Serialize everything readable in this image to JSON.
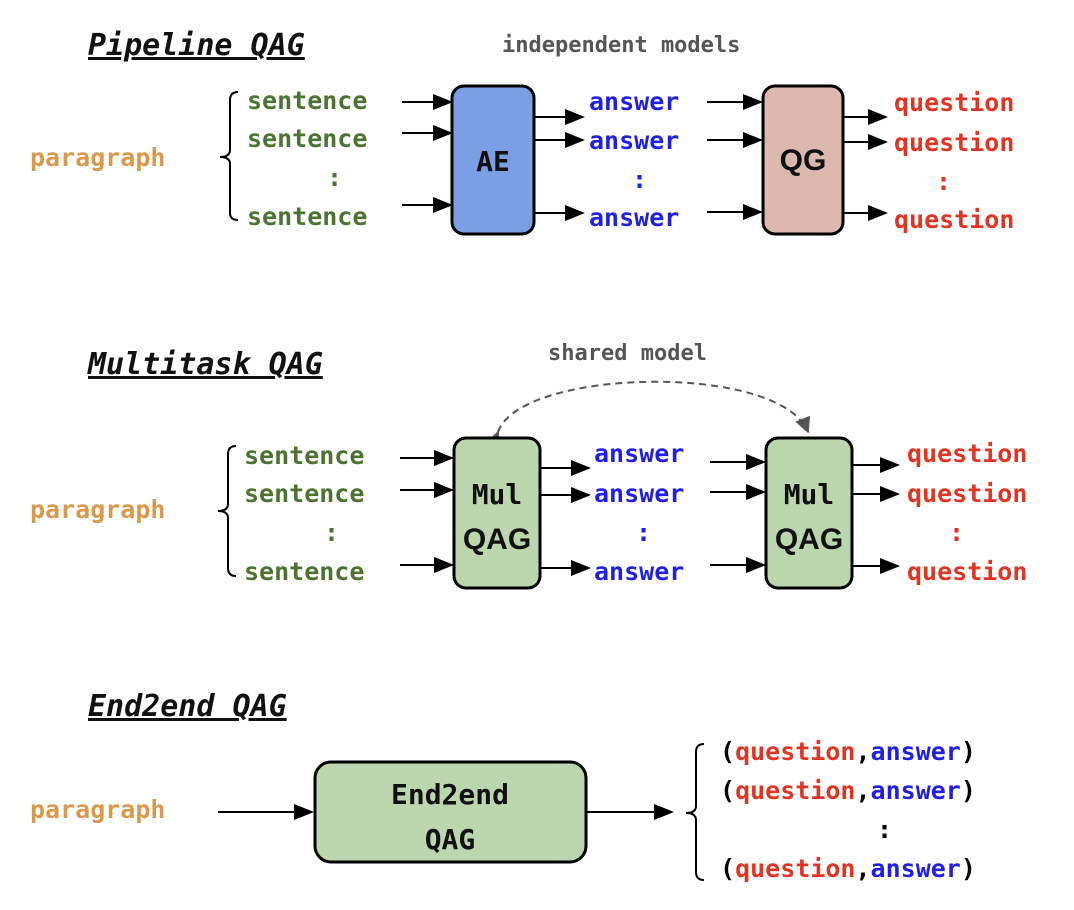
{
  "colors": {
    "paragraph": "#D9994C",
    "sentence": "#4B7432",
    "answer": "#1F1FE6",
    "question": "#E23423",
    "ae_box": "#7B9FE4",
    "qg_box": "#DDB8AE",
    "green_box": "#BCD7AE"
  },
  "pipeline": {
    "title": "Pipeline QAG",
    "note": "independent models",
    "paragraph": "paragraph",
    "sentences": [
      "sentence",
      "sentence",
      ":",
      "sentence"
    ],
    "model_a": "AE",
    "answers": [
      "answer",
      "answer",
      ":",
      "answer"
    ],
    "model_b": "QG",
    "questions": [
      "question",
      "question",
      ":",
      "question"
    ]
  },
  "multitask": {
    "title": "Multitask QAG",
    "note": "shared model",
    "paragraph": "paragraph",
    "sentences": [
      "sentence",
      "sentence",
      ":",
      "sentence"
    ],
    "model_a": [
      "Mul",
      "QAG"
    ],
    "answers": [
      "answer",
      "answer",
      ":",
      "answer"
    ],
    "model_b": [
      "Mul",
      "QAG"
    ],
    "questions": [
      "question",
      "question",
      ":",
      "question"
    ]
  },
  "end2end": {
    "title": "End2end QAG",
    "paragraph": "paragraph",
    "model": [
      "End2end",
      "QAG"
    ],
    "pairs": [
      {
        "open": "(",
        "question": "question",
        "comma": ",",
        "answer": "answer",
        "close": ")"
      },
      {
        "open": "(",
        "question": "question",
        "comma": ",",
        "answer": "answer",
        "close": ")"
      },
      {
        "dots": ":"
      },
      {
        "open": "(",
        "question": "question",
        "comma": ",",
        "answer": "answer",
        "close": ")"
      }
    ]
  }
}
